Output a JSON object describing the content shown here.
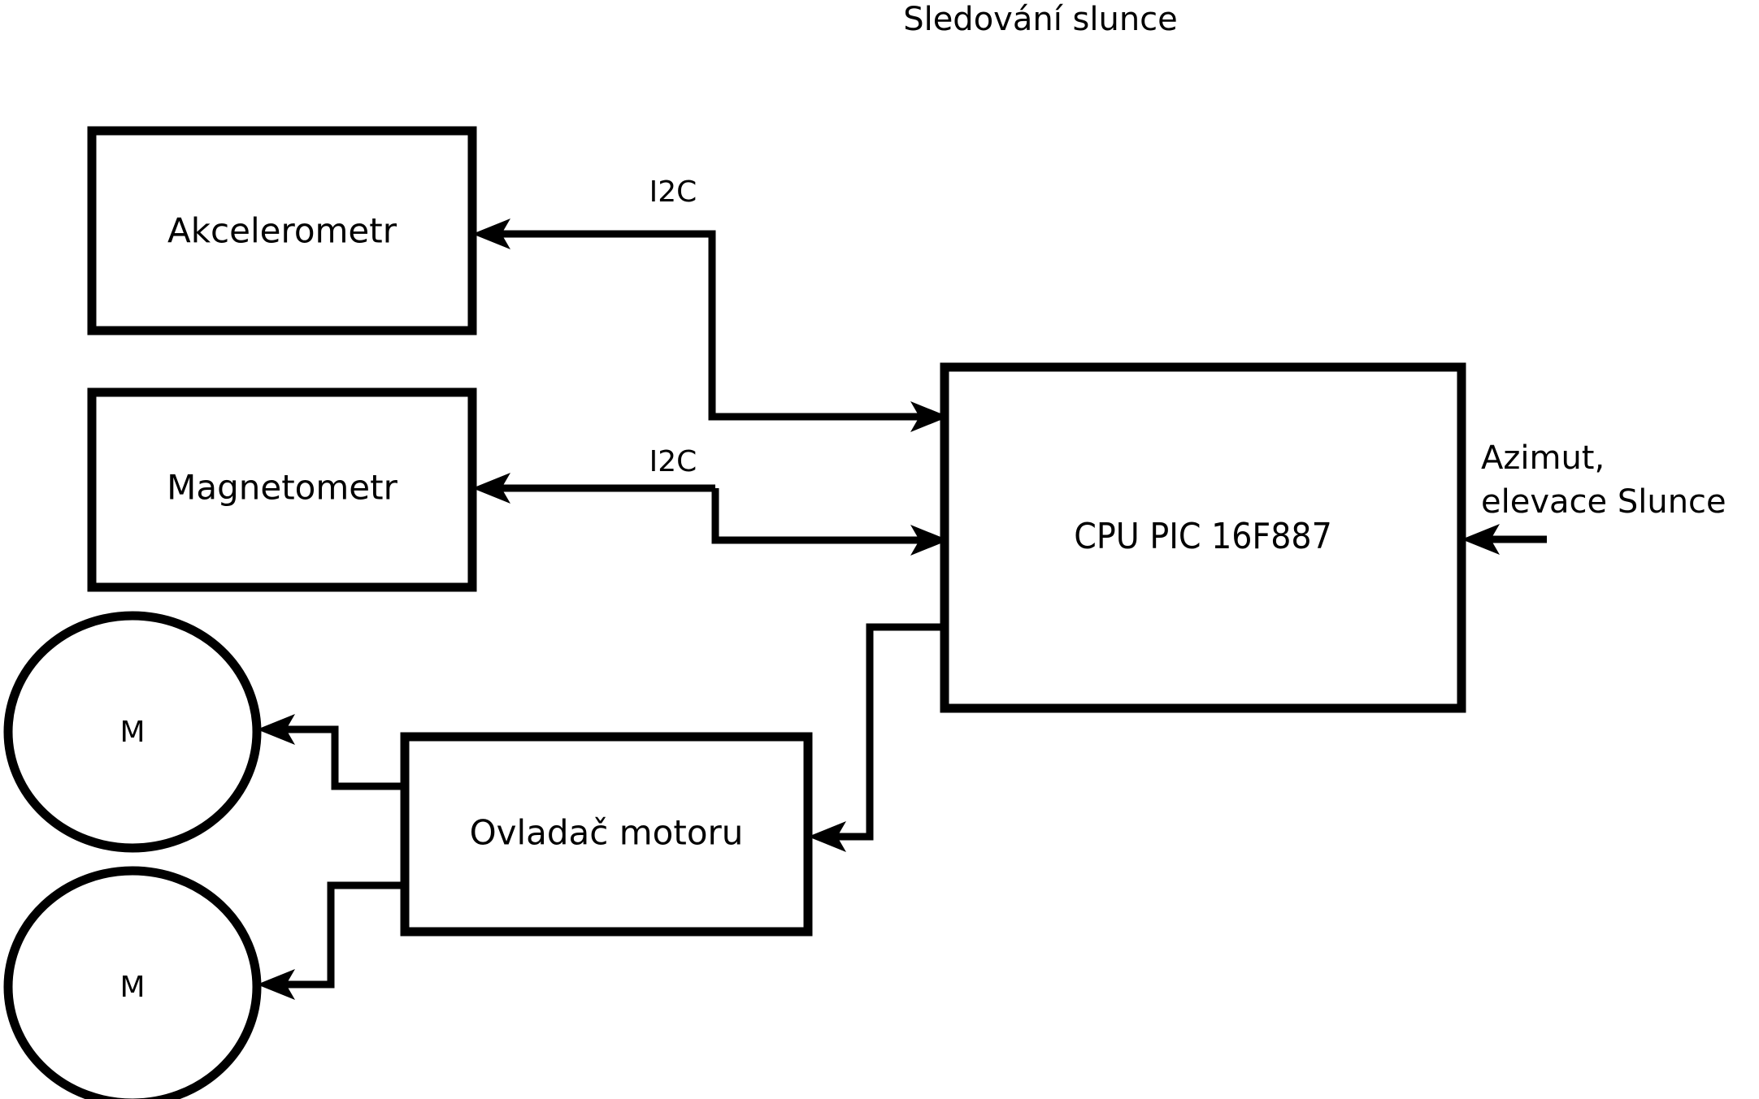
{
  "title": "Sledování slunce",
  "nodes": {
    "accelerometer": {
      "label": "Akcelerometr"
    },
    "magnetometer": {
      "label": "Magnetometr"
    },
    "cpu": {
      "label": "CPU PIC 16F887"
    },
    "motor_driver": {
      "label": "Ovladač motoru"
    },
    "motor_top": {
      "label": "M"
    },
    "motor_bottom": {
      "label": "M"
    }
  },
  "edge_labels": {
    "i2c_accelerometer": "I2C",
    "i2c_magnetometer": "I2C"
  },
  "annotations": {
    "sun_input_line1": "Azimut,",
    "sun_input_line2": "elevace Slunce"
  },
  "colors": {
    "stroke": "#000000",
    "background": "#ffffff",
    "text": "#000000"
  }
}
